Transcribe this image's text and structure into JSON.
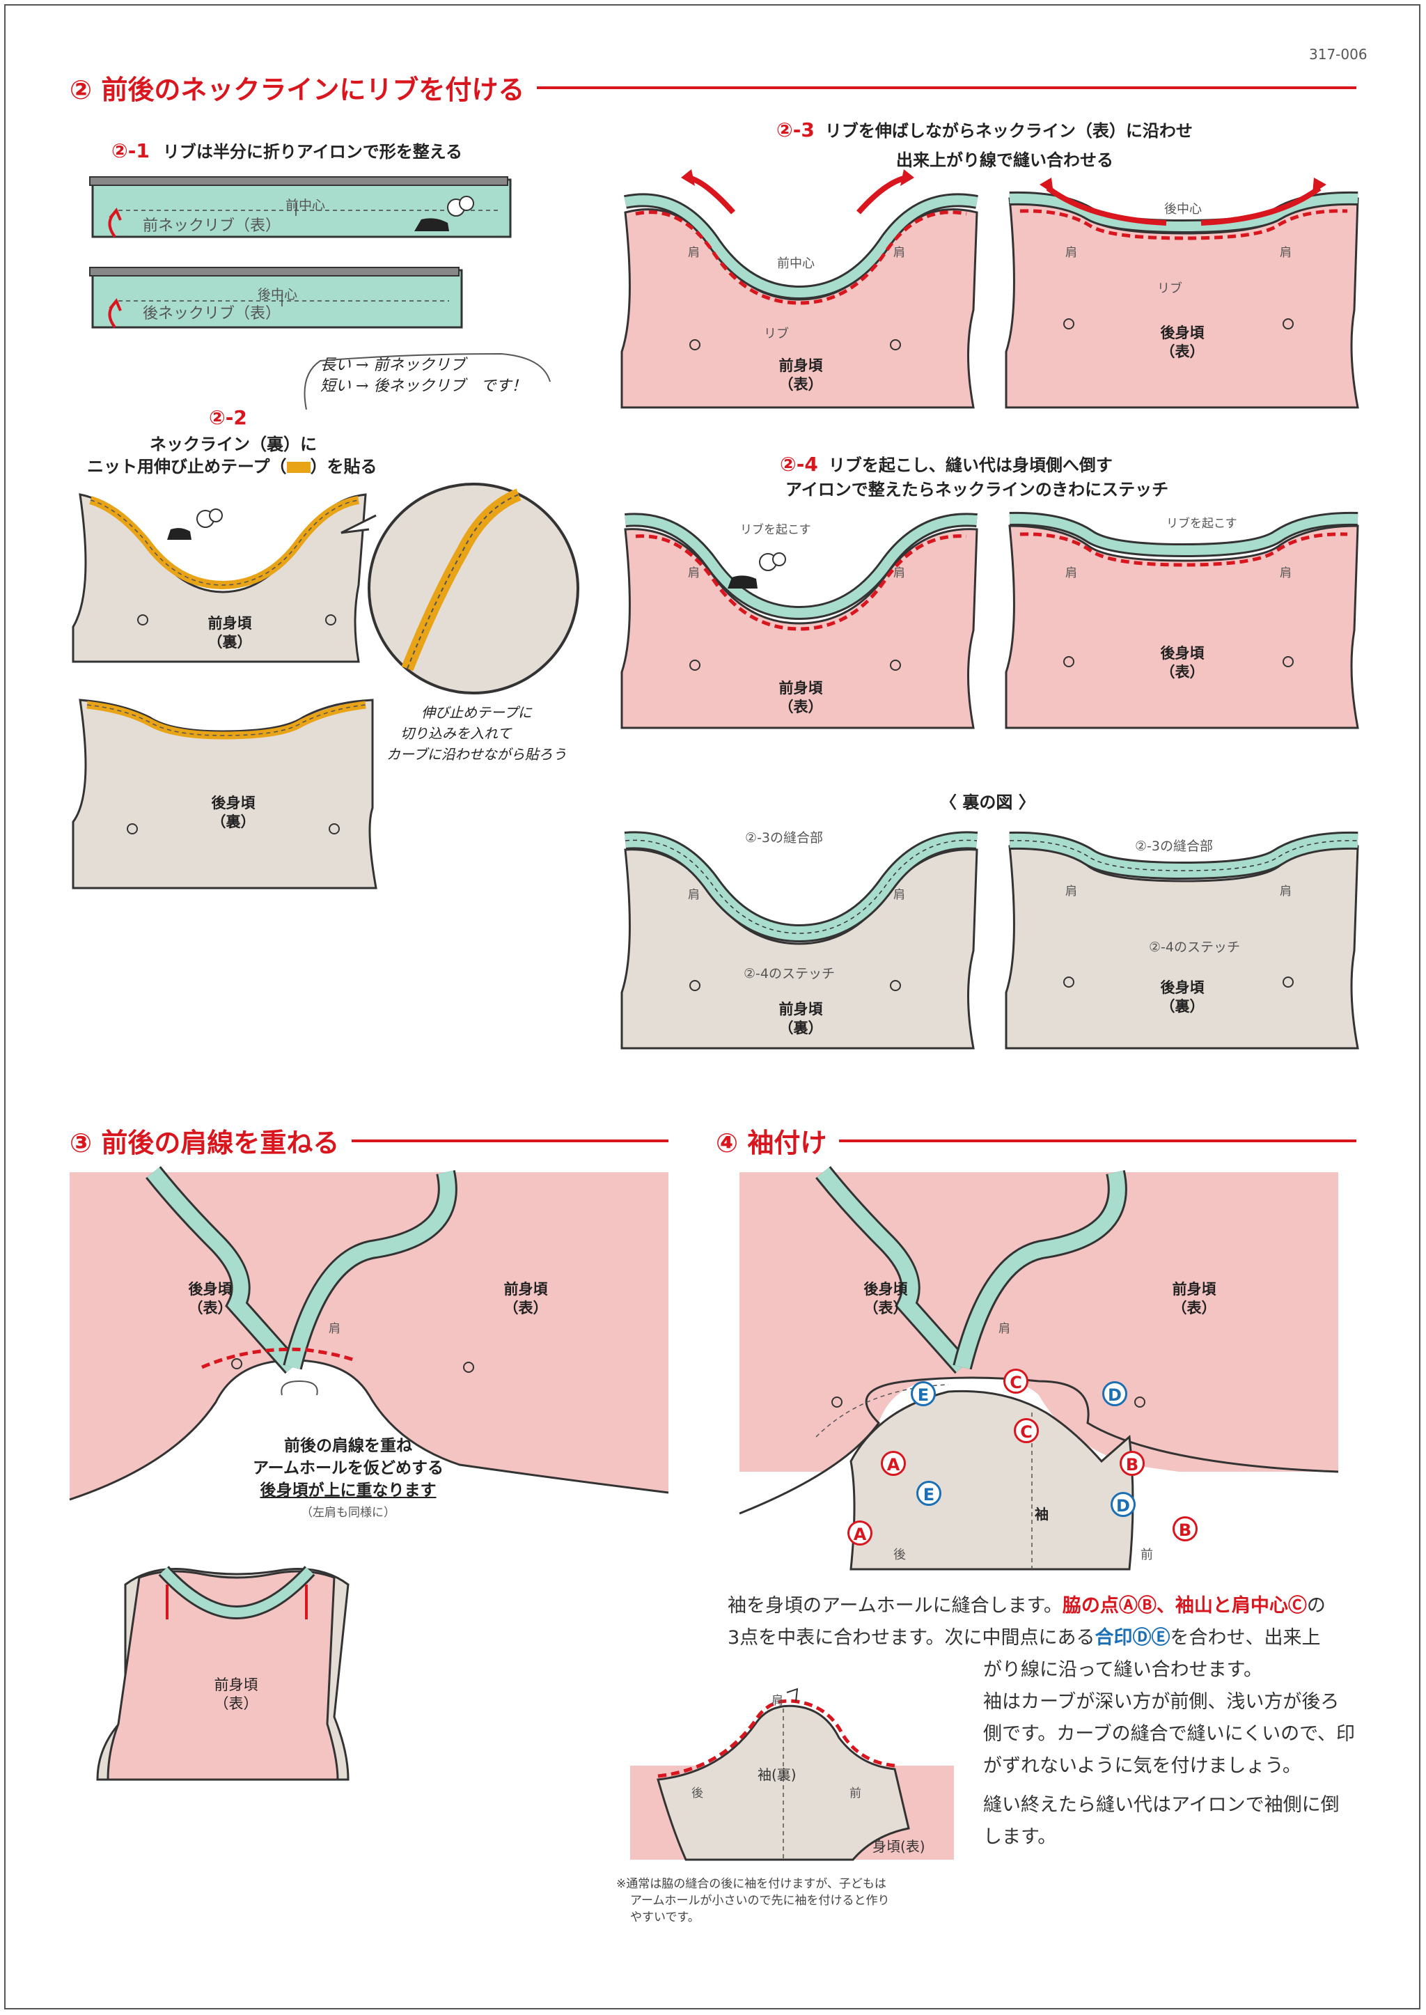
{
  "page_code": "317-006",
  "section2": {
    "title": "② 前後のネックラインにリブを付ける",
    "step1": {
      "num": "②-1",
      "text": "リブは半分に折りアイロンで形を整える",
      "front_center": "前中心",
      "front_rib": "前ネックリブ（表）",
      "back_center": "後中心",
      "back_rib": "後ネックリブ（表）"
    },
    "handnote1": {
      "line1": "長い → 前ネックリブ",
      "line2": "短い → 後ネックリブ　です！"
    },
    "step2": {
      "num": "②-2",
      "line1": "ネックライン（裏）に",
      "line2a": "ニット用伸び止めテープ（",
      "line2b": "）を貼る",
      "front_label1": "前身頃",
      "front_label2": "（裏）",
      "back_label1": "後身頃",
      "back_label2": "（裏）"
    },
    "handnote2": {
      "line1": "伸び止めテープに",
      "line2": "切り込みを入れて",
      "line3": "カーブに沿わせながら貼ろう"
    },
    "step3": {
      "num": "②-3",
      "line1": "リブを伸ばしながらネックライン（表）に沿わせ",
      "line2": "出来上がり線で縫い合わせる",
      "front_center": "前中心",
      "back_center": "後中心",
      "shoulder": "肩",
      "rib": "リブ",
      "front_label1": "前身頃",
      "front_label2": "（表）",
      "back_label1": "後身頃",
      "back_label2": "（表）"
    },
    "step4": {
      "num": "②-4",
      "line1": "リブを起こし、縫い代は身頃側へ倒す",
      "line2": "アイロンで整えたらネックラインのきわにステッチ",
      "raise_rib": "リブを起こす",
      "shoulder": "肩",
      "front_label1": "前身頃",
      "front_label2": "（表）",
      "back_label1": "後身頃",
      "back_label2": "（表）"
    },
    "reverse": {
      "title": "〈 裏の図 〉",
      "seam": "②-3の縫合部",
      "stitch": "②-4のステッチ",
      "shoulder": "肩",
      "front_label1": "前身頃",
      "front_label2": "（裏）",
      "back_label1": "後身頃",
      "back_label2": "（裏）"
    }
  },
  "section3": {
    "title": "③ 前後の肩線を重ねる",
    "back_label1": "後身頃",
    "back_label2": "（表）",
    "front_label1": "前身頃",
    "front_label2": "（表）",
    "shoulder": "肩",
    "caption1": "前後の肩線を重ね",
    "caption2": "アームホールを仮どめする",
    "caption3": "後身頃が上に重なります",
    "caption4": "（左肩も同様に）",
    "small_front1": "前身頃",
    "small_front2": "（表）"
  },
  "section4": {
    "title": "④ 袖付け",
    "back_label1": "後身頃",
    "back_label2": "（表）",
    "front_label1": "前身頃",
    "front_label2": "（表）",
    "shoulder": "肩",
    "sleeve": "袖",
    "sleeve_back": "後",
    "sleeve_front": "前",
    "marks": {
      "A": "A",
      "B": "B",
      "C": "C",
      "D": "D",
      "E": "E"
    },
    "para1a": "袖を身頃のアームホールに縫合します。",
    "para1b": "脇の点ⒶⒷ、袖山と肩中心Ⓒ",
    "para1c": "の",
    "para2a": "3点を中表に合わせます。次に中間点にある",
    "para2b": "合印ⒹⒺ",
    "para2c": "を合わせ、出来上",
    "para3": "がり線に沿って縫い合わせます。",
    "para4": "袖はカーブが深い方が前側、浅い方が後ろ",
    "para5": "側です。カーブの縫合で縫いにくいので、印",
    "para6": "がずれないように気を付けましょう。",
    "para7": "縫い終えたら縫い代はアイロンで袖側に倒",
    "para8": "します。",
    "small_shoulder": "肩",
    "small_sleeve": "袖(裏)",
    "small_back": "後",
    "small_front": "前",
    "small_body": "身頃(表)",
    "note1": "※通常は脇の縫合の後に袖を付けますが、子どもは",
    "note2": "アームホールが小さいので先に袖を付けると作り",
    "note3": "やすいです。"
  },
  "colors": {
    "accent": "#d9151e",
    "blue": "#1a6fb5",
    "rib": "#a8dccd",
    "pink": "#f4c4c2",
    "wrong_side": "#e4ddd6",
    "tape": "#e8a317"
  }
}
